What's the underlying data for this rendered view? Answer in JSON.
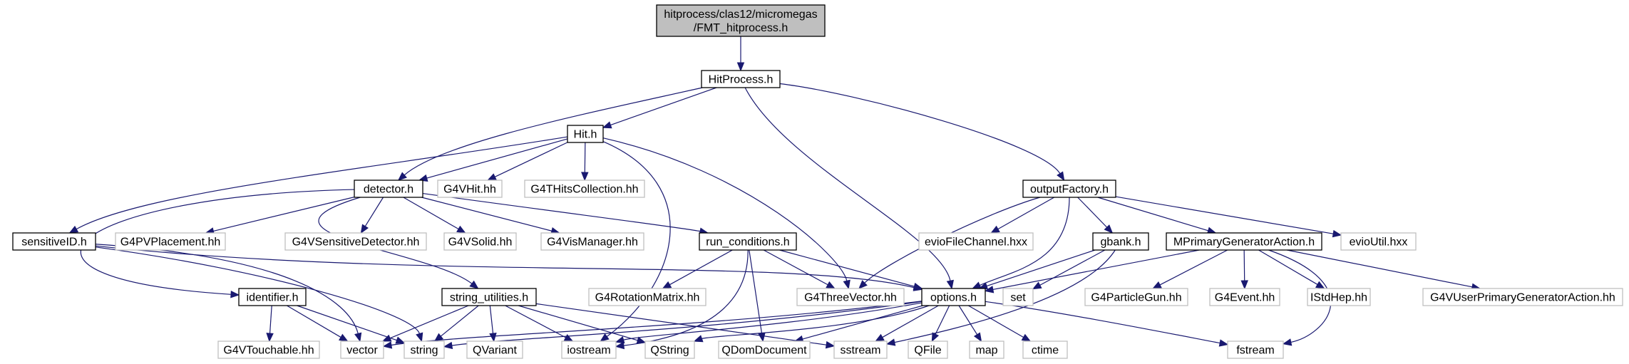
{
  "graph": {
    "title": "hitprocess/clas12/micromegas/FMT_hitprocess.h",
    "colors": {
      "edge": "#191970",
      "root_fill": "#bfbfbf",
      "external_border": "#bfbfbf",
      "local_border": "#000000"
    },
    "nodes": [
      {
        "id": "root",
        "lines": [
          "hitprocess/clas12/micromegas",
          "/FMT_hitprocess.h"
        ],
        "kind": "root"
      },
      {
        "id": "hitprocess",
        "lines": [
          "HitProcess.h"
        ],
        "kind": "local"
      },
      {
        "id": "hit",
        "lines": [
          "Hit.h"
        ],
        "kind": "local"
      },
      {
        "id": "outputfactory",
        "lines": [
          "outputFactory.h"
        ],
        "kind": "local"
      },
      {
        "id": "detector",
        "lines": [
          "detector.h"
        ],
        "kind": "local"
      },
      {
        "id": "g4vhit",
        "lines": [
          "G4VHit.hh"
        ],
        "kind": "ext"
      },
      {
        "id": "g4thitscollection",
        "lines": [
          "G4THitsCollection.hh"
        ],
        "kind": "ext"
      },
      {
        "id": "sensitiveid",
        "lines": [
          "sensitiveID.h"
        ],
        "kind": "local"
      },
      {
        "id": "g4pvplacement",
        "lines": [
          "G4PVPlacement.hh"
        ],
        "kind": "ext"
      },
      {
        "id": "g4vsensitivedetector",
        "lines": [
          "G4VSensitiveDetector.hh"
        ],
        "kind": "ext"
      },
      {
        "id": "g4vsolid",
        "lines": [
          "G4VSolid.hh"
        ],
        "kind": "ext"
      },
      {
        "id": "g4vismanager",
        "lines": [
          "G4VisManager.hh"
        ],
        "kind": "ext"
      },
      {
        "id": "runconditions",
        "lines": [
          "run_conditions.h"
        ],
        "kind": "local"
      },
      {
        "id": "eviofilechannel",
        "lines": [
          "evioFileChannel.hxx"
        ],
        "kind": "ext"
      },
      {
        "id": "gbank",
        "lines": [
          "gbank.h"
        ],
        "kind": "local"
      },
      {
        "id": "mprimary",
        "lines": [
          "MPrimaryGeneratorAction.h"
        ],
        "kind": "local"
      },
      {
        "id": "evioutil",
        "lines": [
          "evioUtil.hxx"
        ],
        "kind": "ext"
      },
      {
        "id": "identifier",
        "lines": [
          "identifier.h"
        ],
        "kind": "local"
      },
      {
        "id": "stringutilities",
        "lines": [
          "string_utilities.h"
        ],
        "kind": "local"
      },
      {
        "id": "g4rotationmatrix",
        "lines": [
          "G4RotationMatrix.hh"
        ],
        "kind": "ext"
      },
      {
        "id": "g4threevector",
        "lines": [
          "G4ThreeVector.hh"
        ],
        "kind": "ext"
      },
      {
        "id": "options",
        "lines": [
          "options.h"
        ],
        "kind": "local"
      },
      {
        "id": "set",
        "lines": [
          "set"
        ],
        "kind": "ext"
      },
      {
        "id": "g4particlegun",
        "lines": [
          "G4ParticleGun.hh"
        ],
        "kind": "ext"
      },
      {
        "id": "g4event",
        "lines": [
          "G4Event.hh"
        ],
        "kind": "ext"
      },
      {
        "id": "istdhep",
        "lines": [
          "IStdHep.hh"
        ],
        "kind": "ext"
      },
      {
        "id": "g4vuserprimary",
        "lines": [
          "G4VUserPrimaryGeneratorAction.hh"
        ],
        "kind": "ext"
      },
      {
        "id": "g4vtouchable",
        "lines": [
          "G4VTouchable.hh"
        ],
        "kind": "ext"
      },
      {
        "id": "vector",
        "lines": [
          "vector"
        ],
        "kind": "ext"
      },
      {
        "id": "string",
        "lines": [
          "string"
        ],
        "kind": "ext"
      },
      {
        "id": "qvariant",
        "lines": [
          "QVariant"
        ],
        "kind": "ext"
      },
      {
        "id": "iostream",
        "lines": [
          "iostream"
        ],
        "kind": "ext"
      },
      {
        "id": "qstring",
        "lines": [
          "QString"
        ],
        "kind": "ext"
      },
      {
        "id": "qdomdocument",
        "lines": [
          "QDomDocument"
        ],
        "kind": "ext"
      },
      {
        "id": "sstream",
        "lines": [
          "sstream"
        ],
        "kind": "ext"
      },
      {
        "id": "qfile",
        "lines": [
          "QFile"
        ],
        "kind": "ext"
      },
      {
        "id": "map",
        "lines": [
          "map"
        ],
        "kind": "ext"
      },
      {
        "id": "ctime",
        "lines": [
          "ctime"
        ],
        "kind": "ext"
      },
      {
        "id": "fstream",
        "lines": [
          "fstream"
        ],
        "kind": "ext"
      }
    ],
    "edges": [
      [
        "root",
        "hitprocess"
      ],
      [
        "hitprocess",
        "hit"
      ],
      [
        "hitprocess",
        "detector"
      ],
      [
        "hitprocess",
        "outputfactory"
      ],
      [
        "hitprocess",
        "options"
      ],
      [
        "hit",
        "detector"
      ],
      [
        "hit",
        "g4vhit"
      ],
      [
        "hit",
        "g4thitscollection"
      ],
      [
        "hit",
        "sensitiveid"
      ],
      [
        "hit",
        "g4threevector"
      ],
      [
        "hit",
        "iostream"
      ],
      [
        "detector",
        "identifier"
      ],
      [
        "detector",
        "g4pvplacement"
      ],
      [
        "detector",
        "g4vsensitivedetector"
      ],
      [
        "detector",
        "g4vsolid"
      ],
      [
        "detector",
        "g4vismanager"
      ],
      [
        "detector",
        "runconditions"
      ],
      [
        "detector",
        "stringutilities"
      ],
      [
        "sensitiveid",
        "options"
      ],
      [
        "sensitiveid",
        "vector"
      ],
      [
        "sensitiveid",
        "string"
      ],
      [
        "runconditions",
        "g4rotationmatrix"
      ],
      [
        "runconditions",
        "g4threevector"
      ],
      [
        "runconditions",
        "options"
      ],
      [
        "runconditions",
        "iostream"
      ],
      [
        "runconditions",
        "qdomdocument"
      ],
      [
        "outputfactory",
        "eviofilechannel"
      ],
      [
        "outputfactory",
        "gbank"
      ],
      [
        "outputfactory",
        "mprimary"
      ],
      [
        "outputfactory",
        "evioutil"
      ],
      [
        "outputfactory",
        "g4threevector"
      ],
      [
        "outputfactory",
        "options"
      ],
      [
        "gbank",
        "options"
      ],
      [
        "gbank",
        "set"
      ],
      [
        "gbank",
        "sstream"
      ],
      [
        "mprimary",
        "options"
      ],
      [
        "mprimary",
        "g4particlegun"
      ],
      [
        "mprimary",
        "g4event"
      ],
      [
        "mprimary",
        "istdhep"
      ],
      [
        "mprimary",
        "g4vuserprimary"
      ],
      [
        "mprimary",
        "fstream"
      ],
      [
        "identifier",
        "g4vtouchable"
      ],
      [
        "identifier",
        "vector"
      ],
      [
        "identifier",
        "string"
      ],
      [
        "stringutilities",
        "vector"
      ],
      [
        "stringutilities",
        "string"
      ],
      [
        "stringutilities",
        "qvariant"
      ],
      [
        "stringutilities",
        "iostream"
      ],
      [
        "stringutilities",
        "qstring"
      ],
      [
        "stringutilities",
        "sstream"
      ],
      [
        "options",
        "vector"
      ],
      [
        "options",
        "string"
      ],
      [
        "options",
        "iostream"
      ],
      [
        "options",
        "qstring"
      ],
      [
        "options",
        "qdomdocument"
      ],
      [
        "options",
        "sstream"
      ],
      [
        "options",
        "qfile"
      ],
      [
        "options",
        "map"
      ],
      [
        "options",
        "ctime"
      ],
      [
        "options",
        "fstream"
      ]
    ]
  }
}
